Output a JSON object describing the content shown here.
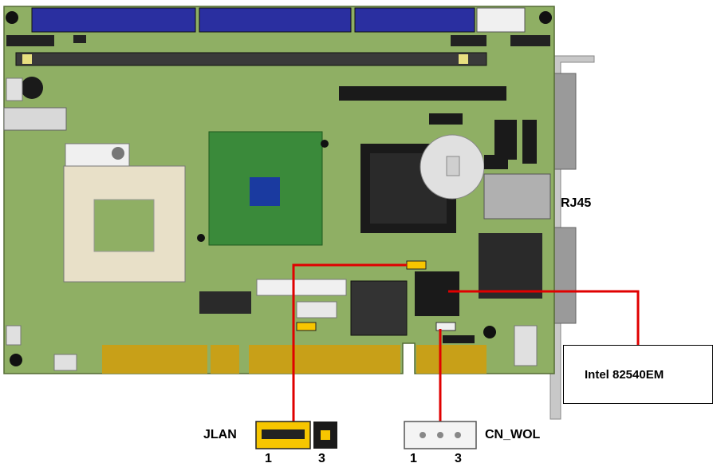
{
  "labels": {
    "rj45": "RJ45",
    "intel_chip": "Intel 82540EM",
    "jlan": "JLAN",
    "cn_wol": "CN_WOL",
    "jlan_pin_1": "1",
    "jlan_pin_3": "3",
    "wol_pin_1": "1",
    "wol_pin_3": "3"
  },
  "colors": {
    "board": "#8faf64",
    "board_dark": "#6f8f48",
    "pointer_line": "#e00000",
    "jumper_yellow": "#f7c600",
    "gold_finger": "#c8a018",
    "slot_blue": "#2a2fa0",
    "chip_black": "#1a1a1a",
    "bracket_gray": "#c8c8c8"
  }
}
